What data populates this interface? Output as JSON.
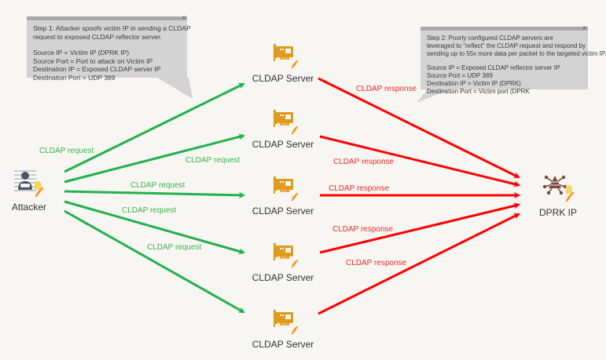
{
  "colors": {
    "request": "#22b14c",
    "response": "#ff0000",
    "server_icon": "#e09a1c",
    "attacker_icon": "#4a5568",
    "victim_icon": "#7b4a3a",
    "callout_bg": "#d3d3d3"
  },
  "callouts": [
    {
      "close": "×",
      "title_lines": [
        "Step 1: Attacker spoofs victim IP in sending a CLDAP",
        "request to exposed CLDAP reflector server."
      ],
      "detail_lines": [
        "Source IP = Victim IP (DPRK IP)",
        "Source Port = Port to attack on Victim IP",
        "Destination IP = Exposed CLDAP server IP",
        "Destination Port = UDP 389"
      ]
    },
    {
      "close": "×",
      "title_lines": [
        "Step 2: Poorly configured CLDAP servers are",
        "leveraged to \"reflect\" the CLDAP request and respond by",
        "sending up to 55x more data per packet to the targeted victim IP."
      ],
      "detail_lines": [
        "Source IP = Exposed CLDAP reflector server IP",
        "Source Port = UDP 389",
        "Destination IP = Victim IP (DPRK)",
        "Destination Port = Victim port (DPRK"
      ]
    }
  ],
  "nodes": {
    "attacker": {
      "label": "Attacker",
      "icon": "attacker-icon"
    },
    "victim": {
      "label": "DPRK IP",
      "icon": "network-hub-icon"
    },
    "servers": [
      {
        "label": "CLDAP Server",
        "icon": "network-card-icon"
      },
      {
        "label": "CLDAP Server",
        "icon": "network-card-icon"
      },
      {
        "label": "CLDAP Server",
        "icon": "network-card-icon"
      },
      {
        "label": "CLDAP Server",
        "icon": "network-card-icon"
      },
      {
        "label": "CLDAP Server",
        "icon": "network-card-icon"
      }
    ]
  },
  "requests": [
    {
      "label": "CLDAP request"
    },
    {
      "label": "CLDAP request"
    },
    {
      "label": "CLDAP request"
    },
    {
      "label": "CLDAP request"
    },
    {
      "label": "CLDAP request"
    }
  ],
  "responses": [
    {
      "label": "CLDAP response"
    },
    {
      "label": "CLDAP response"
    },
    {
      "label": "CLDAP response"
    },
    {
      "label": "CLDAP response"
    },
    {
      "label": "CLDAP response"
    }
  ]
}
